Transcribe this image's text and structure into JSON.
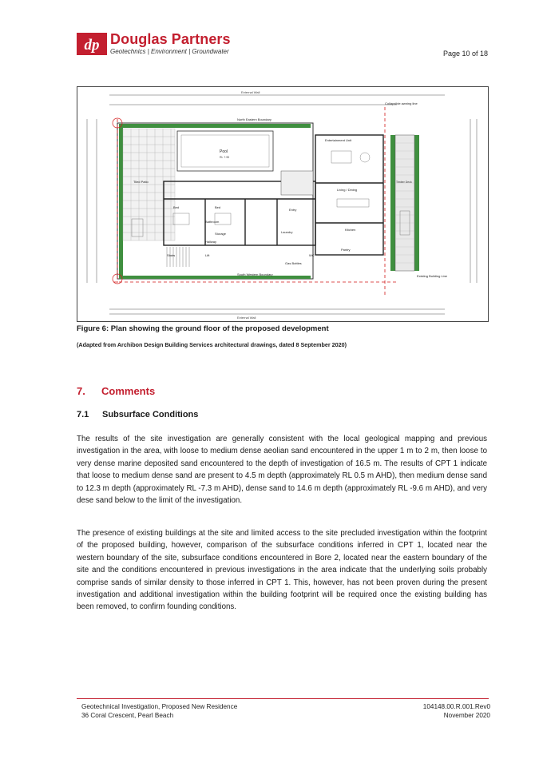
{
  "header": {
    "logo_name": "Douglas Partners",
    "logo_tagline": "Geotechnics  |  Environment  |  Groundwater",
    "page_number": "Page 10 of 18"
  },
  "figure": {
    "caption": "Figure 6:  Plan showing the ground floor of the proposed development",
    "source": "(Adapted from Archibon Design Building Services architectural drawings, dated 8 September 2020)",
    "plan_labels": {
      "north_boundary": "North Eastern Boundary",
      "south_boundary": "South Western Boundary",
      "pool": "Pool",
      "pool_rl": "RL 7.95",
      "timber_deck": "Timber Deck",
      "living_dining": "Living / Dining",
      "kitchen": "Kitchen",
      "entertainment": "Entertainment Unit",
      "bed_1": "Bed",
      "bed_2": "Bed",
      "bathroom": "Bathroom",
      "laundry": "Laundry",
      "entry": "Entry",
      "pantry": "Pantry",
      "stairs": "Stairs",
      "hallway": "Hallway",
      "lift": "Lift",
      "wc": "WC",
      "storage": "Storage",
      "tiled_patio": "Tiled Patio",
      "gas_bottles": "Gas Bottles",
      "external_wall": "External Wall",
      "collapsible_awning": "Collapsible awning line",
      "existing_building": "Existing Building Line"
    }
  },
  "section": {
    "number": "7.",
    "title": "Comments"
  },
  "subsection": {
    "number": "7.1",
    "title": "Subsurface Conditions"
  },
  "paragraphs": [
    "The results of the site investigation are generally consistent with the local geological mapping and previous investigation in the area, with loose to medium dense aeolian sand encountered in the upper 1 m to 2 m, then loose to very dense marine deposited sand encountered to the depth of investigation of 16.5 m.  The results of CPT 1 indicate that loose to medium dense sand are present to 4.5 m depth (approximately RL 0.5 m AHD), then medium dense sand to 12.3 m depth (approximately RL -7.3 m AHD), dense sand to 14.6 m depth (approximately RL -9.6 m AHD), and very dese sand below to the limit of the investigation.",
    "The presence of existing buildings at the site and limited access to the site precluded investigation within the footprint of the proposed building, however, comparison of the subsurface conditions inferred in CPT 1, located near the western boundary of the site, subsurface conditions encountered in Bore 2, located near the eastern boundary of the site and the conditions encountered in previous investigations in the area indicate that the underlying soils probably comprise sands of similar density to those inferred in CPT 1.  This, however, has not been proven during the present investigation and additional investigation within the building footprint will be required once the existing building has been removed, to confirm founding conditions."
  ],
  "footer": {
    "left_line1": "Geotechnical Investigation, Proposed New Residence",
    "left_line2": "36 Coral Crescent, Pearl Beach",
    "right_line1": "104148.00.R.001.Rev0",
    "right_line2": "November 2020"
  },
  "colors": {
    "brand_red": "#c31f2f",
    "plan_green": "#3f8f3f"
  }
}
